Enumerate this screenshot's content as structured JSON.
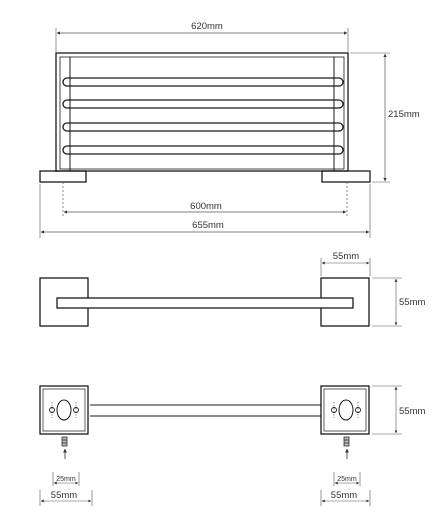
{
  "colors": {
    "line": "#1a1a1a",
    "dim_line": "#555555",
    "background": "#ffffff"
  },
  "front_view": {
    "top_width": "620mm",
    "height": "215mm",
    "inner_span": "600mm",
    "overall_width": "655mm"
  },
  "top_view": {
    "mount_width": "55mm",
    "mount_depth": "55mm"
  },
  "back_view": {
    "mount_height": "55mm",
    "left_mount_width": "55mm",
    "right_mount_width": "55mm",
    "left_screw_spacing": "25mm",
    "right_screw_spacing": "25mm"
  }
}
